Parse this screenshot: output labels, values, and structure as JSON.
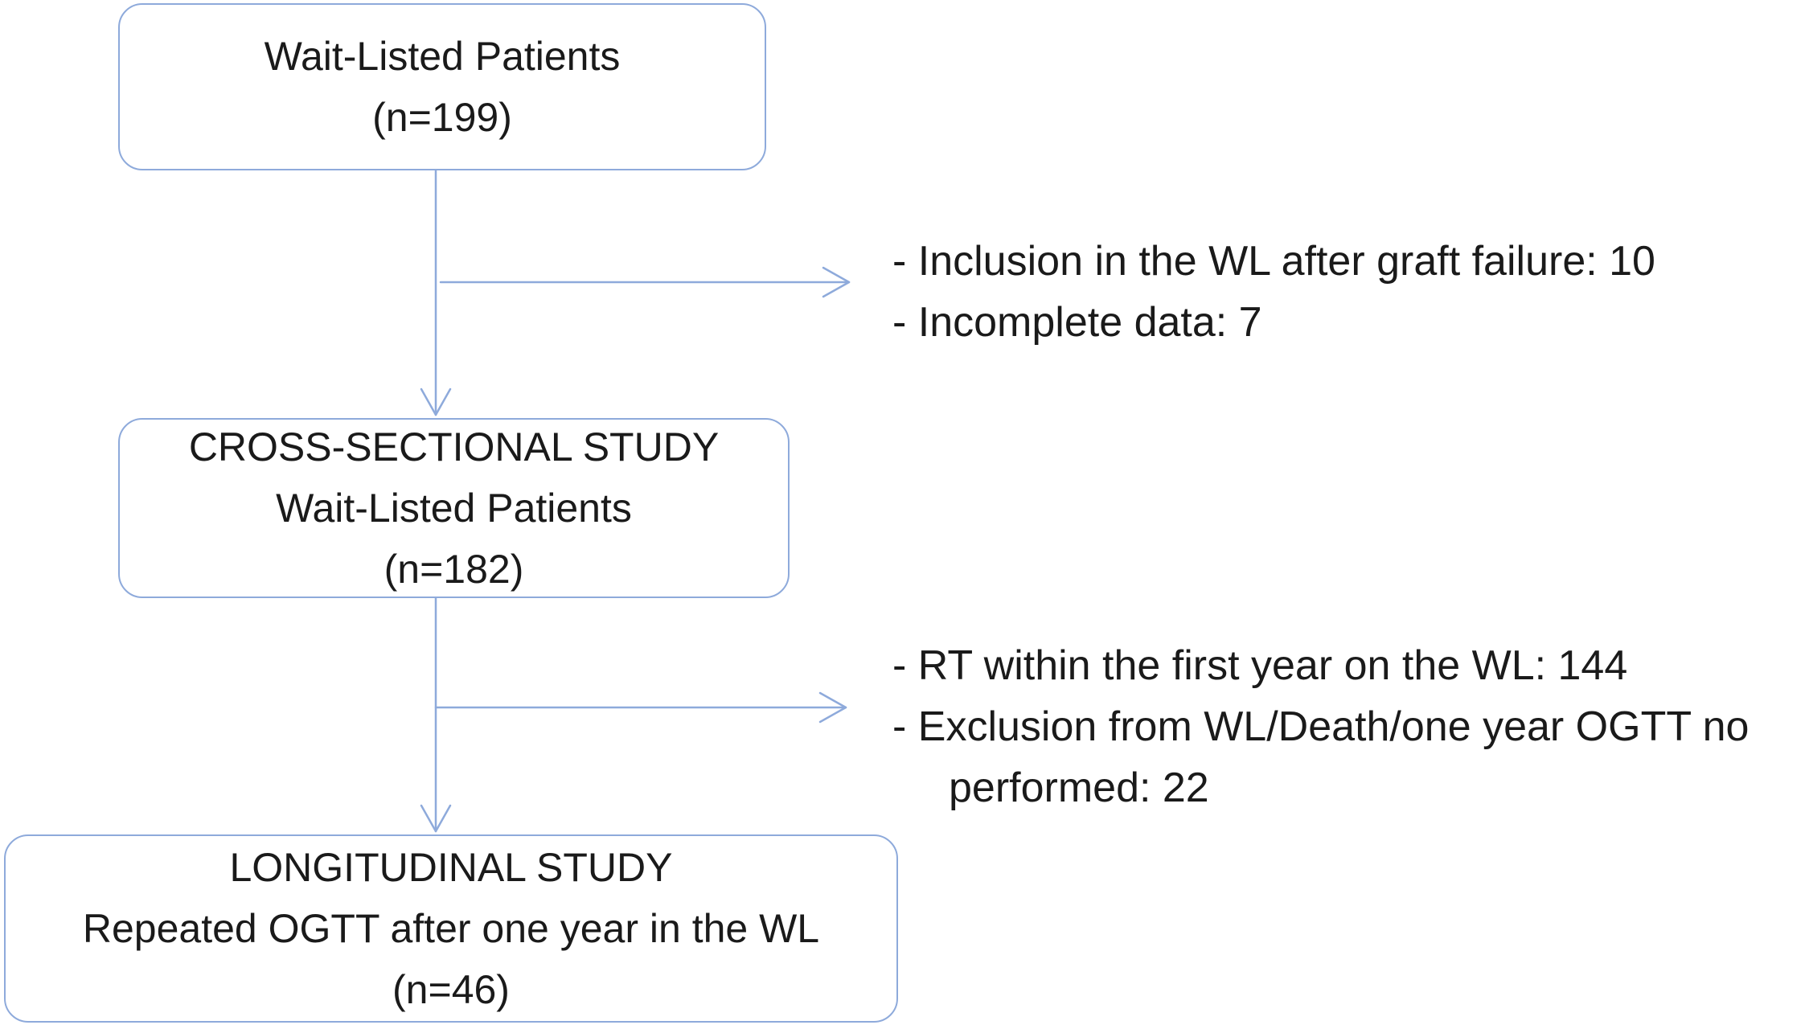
{
  "boxes": {
    "top": {
      "lines": [
        "Wait-Listed Patients",
        "(n=199)"
      ]
    },
    "middle": {
      "lines": [
        "CROSS-SECTIONAL STUDY",
        "Wait-Listed Patients",
        "(n=182)"
      ]
    },
    "bottom": {
      "lines": [
        "LONGITUDINAL STUDY",
        "Repeated OGTT after one year in the WL",
        "(n=46)"
      ]
    }
  },
  "exclusions": {
    "first": [
      "- Inclusion in the WL after graft failure: 10",
      "- Incomplete data: 7"
    ],
    "second": [
      "- RT within the first year on the WL: 144",
      "- Exclusion from WL/Death/one year OGTT no",
      "performed: 22"
    ]
  },
  "colors": {
    "box_border": "#8eaadb",
    "arrow": "#8eaadb",
    "text": "#1a1a1a"
  }
}
